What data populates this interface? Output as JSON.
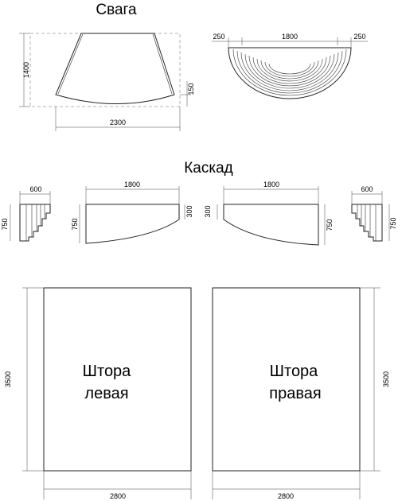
{
  "headings": {
    "swag": "Свага",
    "cascade": "Каскад"
  },
  "swag": {
    "height": "1400",
    "drop": "150",
    "width": "2300",
    "top_left": "250",
    "top_center": "1800",
    "top_right": "250"
  },
  "cascade": {
    "left_width": "600",
    "left_height": "750",
    "center_left_width": "1800",
    "center_left_height": "750",
    "center_left_short": "300",
    "center_right_short": "300",
    "center_right_width": "1800",
    "center_right_height": "750",
    "right_width": "600",
    "right_height": "750"
  },
  "curtains": {
    "left": {
      "line1": "Штора",
      "line2": "левая",
      "height": "3500",
      "width": "2800"
    },
    "right": {
      "line1": "Штора",
      "line2": "правая",
      "height": "3500",
      "width": "2800"
    }
  }
}
